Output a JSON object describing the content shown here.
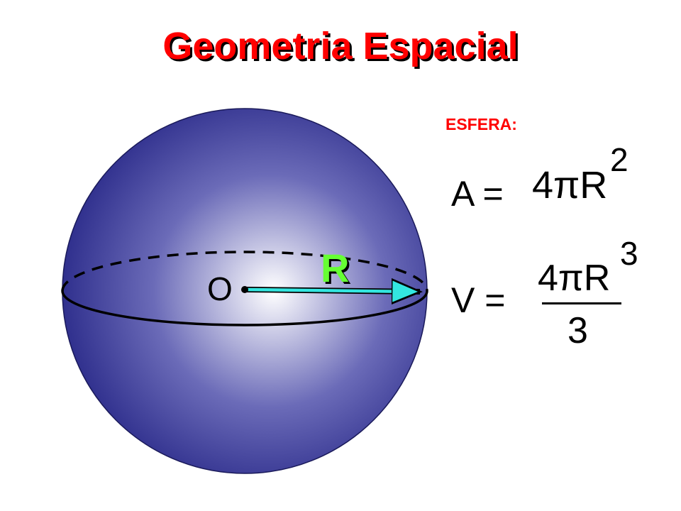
{
  "title": "Geometria Espacial",
  "figure": {
    "center_label": "O",
    "radius_label": "R",
    "colors": {
      "sphere_edge": "#2b2b8a",
      "sphere_mid": "#6b6bb8",
      "sphere_highlight": "#ffffff",
      "radius_arrow": "#33e6e0",
      "title": "#ff0000",
      "radius_label": "#66ff33"
    }
  },
  "formulas": {
    "section_label": "ESFERA:",
    "area": {
      "lhs": "A =",
      "rhs": "4πR",
      "exponent": "2"
    },
    "volume": {
      "lhs": "V =",
      "numerator": "4πR",
      "exponent": "3",
      "denominator": "3"
    }
  }
}
